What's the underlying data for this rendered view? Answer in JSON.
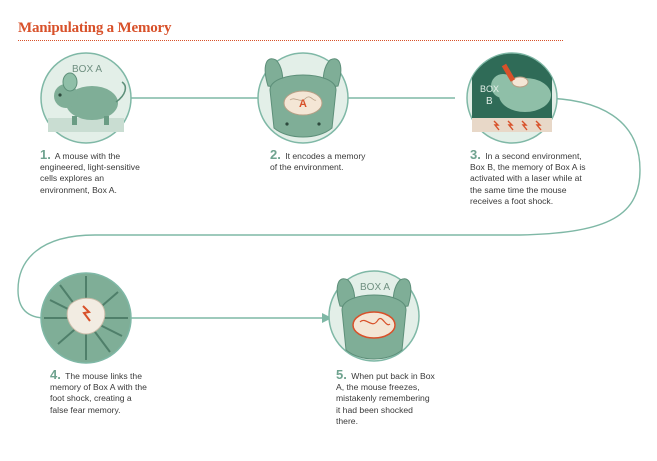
{
  "title": "Manipulating a Memory",
  "steps": [
    {
      "num": "1.",
      "text": "A mouse with the engineered, light-sensitive cells explores an environment, Box A."
    },
    {
      "num": "2.",
      "text": "It encodes a memory of the environment."
    },
    {
      "num": "3.",
      "text": "In a second environment, Box B, the memory of Box A is activated with a laser while at the same time the mouse receives a foot shock."
    },
    {
      "num": "4.",
      "text": "The mouse links the memory of Box A with the foot shock, creating a false fear memory."
    },
    {
      "num": "5.",
      "text": "When put back in Box A, the mouse freezes, mistakenly remembering it had been shocked there."
    }
  ],
  "labels": {
    "box_a_1": "BOX A",
    "brain_a": "A",
    "box_b_1": "BOX",
    "box_b_2": "B",
    "box_a_5": "BOX A"
  },
  "colors": {
    "accent": "#d8512a",
    "teal_line": "#7fb8a6",
    "mouse": "#7fae97",
    "mouse_dark": "#4f7f6a",
    "circle_bg": "#dfece4",
    "box_b_bg": "#2f6b57"
  }
}
